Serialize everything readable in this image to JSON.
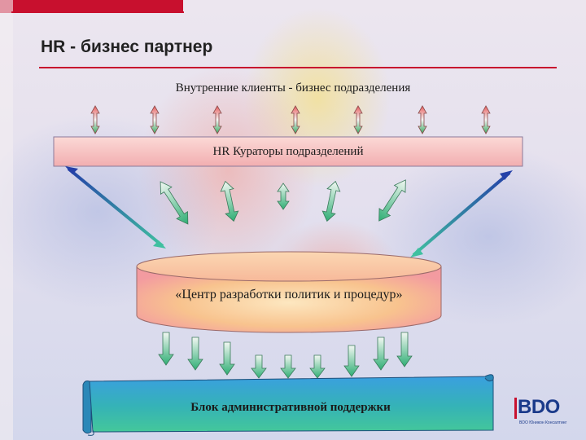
{
  "title": "HR - бизнес партнер",
  "clients_label": "Внутренние клиенты - бизнес подразделения",
  "curators_label": "HR Кураторы подразделений",
  "center_label": "«Центр разработки политик и процедур»",
  "admin_label": "Блок административной поддержки",
  "logo": {
    "text": "BDO",
    "subtitle": "BDO Юникон Консалтинг"
  },
  "colors": {
    "accent_red": "#c8102e",
    "curators_bar": "#f6c3c0",
    "center_cylinder": "#f6b98e",
    "admin_scroll_top": "#3aa7d8",
    "admin_scroll_bottom": "#3fc0a3",
    "arrow_green": "#2fb27a",
    "arrow_blue": "#2d5bb3",
    "logo_blue": "#1a3a8a"
  },
  "icons": [
    "double-arrow-icon",
    "down-arrow-icon",
    "bdo-logo-icon"
  ]
}
